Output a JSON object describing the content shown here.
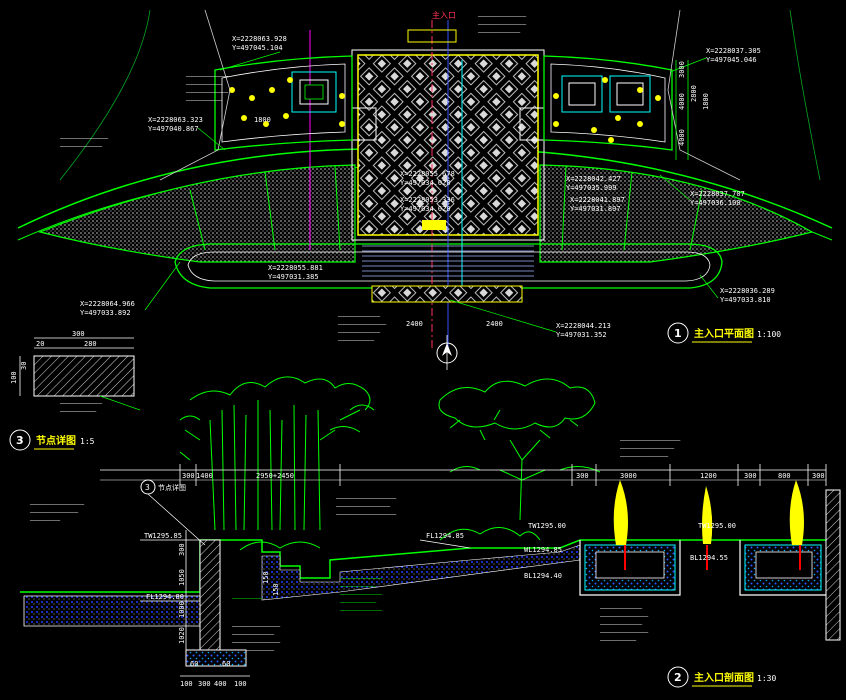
{
  "plan": {
    "coords": [
      {
        "x": "X=2228063.928",
        "y": "Y=497045.104"
      },
      {
        "x": "X=2228037.305",
        "y": "Y=497045.046"
      },
      {
        "x": "X=2228063.323",
        "y": "Y=497040.867"
      },
      {
        "x": "X=2228055.678",
        "y": "Y=497034.020"
      },
      {
        "x": "X=2228053.336",
        "y": "Y=497034.020"
      },
      {
        "x": "X=2228042.427",
        "y": "Y=497035.999"
      },
      {
        "x": "X=2228041.897",
        "y": "Y=497031.897"
      },
      {
        "x": "X=2228037.707",
        "y": "Y=497036.100"
      },
      {
        "x": "X=2228055.881",
        "y": "Y=497031.385"
      },
      {
        "x": "X=2228064.966",
        "y": "Y=497033.892"
      },
      {
        "x": "X=2228044.213",
        "y": "Y=497031.352"
      },
      {
        "x": "X=2228036.289",
        "y": "Y=497033.810"
      }
    ],
    "dims_right": [
      "3000",
      "4000",
      "4000",
      "2800",
      "1800"
    ],
    "dims_left": [
      "1800"
    ],
    "dims_bottom": [
      "2400",
      "2400"
    ],
    "marker_label": "主入口"
  },
  "titles": {
    "plan": {
      "num": "1",
      "name": "主入口平面图",
      "scale": "1:100"
    },
    "section": {
      "num": "2",
      "name": "主入口剖面图",
      "scale": "1:30"
    },
    "detail": {
      "num": "3",
      "name": "节点详图",
      "scale": "1:5"
    }
  },
  "detail": {
    "dims_top": [
      "300"
    ],
    "dims_mid": [
      "20",
      "280"
    ],
    "dims_left": [
      "100",
      "30"
    ]
  },
  "section": {
    "top_dims": [
      "300",
      "1400",
      "2950+2450",
      "300",
      "3000",
      "1200",
      "300",
      "800",
      "300"
    ],
    "elevations": [
      "TW1295.85",
      "FL1294.85",
      "FL1294.80",
      "TW1295.00",
      "TW1295.00",
      "WL1294.85",
      "BL1294.40",
      "BL1294.55"
    ],
    "left_dims": [
      "300",
      "1050",
      "1000",
      "1020",
      "150",
      "150"
    ],
    "bottom_dims": [
      "100",
      "300",
      "400",
      "100",
      "60",
      "60"
    ],
    "callout_num": "3",
    "callout_text": "节点详图"
  },
  "colors": {
    "background": "#000000",
    "outline": "#00ff00",
    "pavement": "#ffffff",
    "hatch_green": "#00cc33",
    "yellow": "#ffff00",
    "cyan": "#00ffff",
    "magenta": "#ff00ff",
    "red": "#ff0000",
    "blue": "#3355ff",
    "title_text": "#ffff00"
  }
}
